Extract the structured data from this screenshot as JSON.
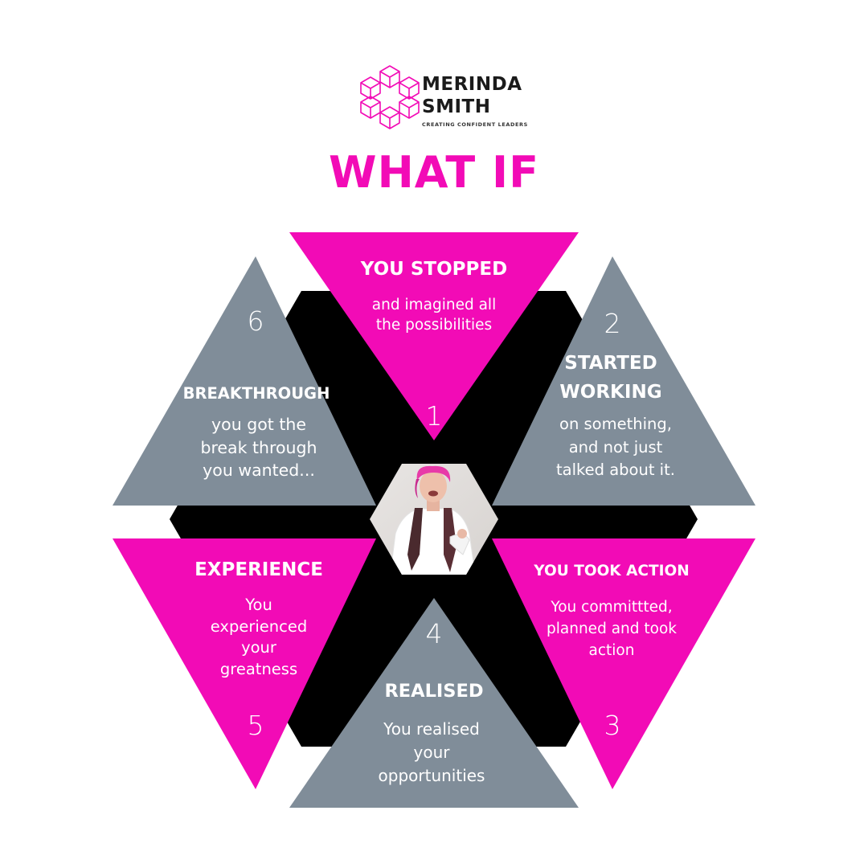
{
  "brand": {
    "name_line1": "MERINDA",
    "name_line2": "SMITH",
    "tagline": "CREATING CONFIDENT LEADERS",
    "logo_icon": "cubes-hexagon-icon"
  },
  "heading": "WHAT IF",
  "colors": {
    "pink": "#f20bb6",
    "grey": "#808d99",
    "black": "#000000",
    "white": "#ffffff"
  },
  "center_photo": {
    "icon": "person-photo",
    "description_color": "#e8e4e3"
  },
  "segments": [
    {
      "number": "1",
      "title_lines": [
        "YOU STOPPED"
      ],
      "body_lines": [
        "and imagined all",
        "the possibilities"
      ],
      "color": "pink"
    },
    {
      "number": "2",
      "title_lines": [
        "STARTED",
        "WORKING"
      ],
      "body_lines": [
        "on something,",
        "and not just",
        "talked about it."
      ],
      "color": "grey"
    },
    {
      "number": "3",
      "title_lines": [
        "YOU TOOK ACTION"
      ],
      "body_lines": [
        "You committted,",
        "planned and took",
        "action"
      ],
      "color": "pink"
    },
    {
      "number": "4",
      "title_lines": [
        "REALISED"
      ],
      "body_lines": [
        "You realised",
        "your",
        "opportunities"
      ],
      "color": "grey"
    },
    {
      "number": "5",
      "title_lines": [
        "EXPERIENCE"
      ],
      "body_lines": [
        "You",
        "experienced",
        "your",
        "greatness"
      ],
      "color": "pink"
    },
    {
      "number": "6",
      "title_lines": [
        "BREAKTHROUGH"
      ],
      "body_lines": [
        "you got the",
        "break through",
        "you wanted..."
      ],
      "color": "grey"
    }
  ]
}
